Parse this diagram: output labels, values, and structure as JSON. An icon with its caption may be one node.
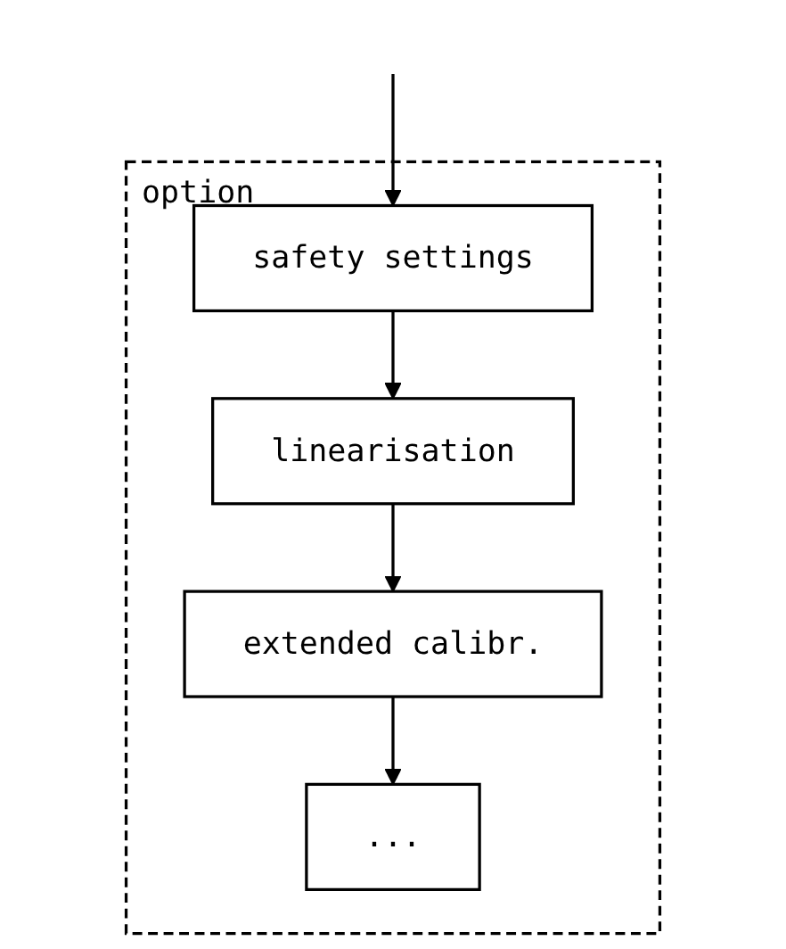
{
  "diagram": {
    "nodes": [
      {
        "text": [
          "option"
        ]
      },
      {
        "text": [
          "safety settings"
        ],
        "in": 0
      },
      {
        "text": [
          "linearisation"
        ],
        "in": 0
      },
      {
        "text": [
          "extended calibr."
        ],
        "in": 0
      },
      {
        "text": [
          "..."
        ],
        "in": 0
      }
    ],
    "edges": [
      {
        "from": null,
        "to": 1,
        "arrow": "to"
      },
      {
        "from": 1,
        "to": 2,
        "arrow": "to"
      },
      {
        "from": 2,
        "to": 3,
        "arrow": "to"
      },
      {
        "from": 3,
        "to": 4,
        "arrow": "to"
      }
    ]
  }
}
